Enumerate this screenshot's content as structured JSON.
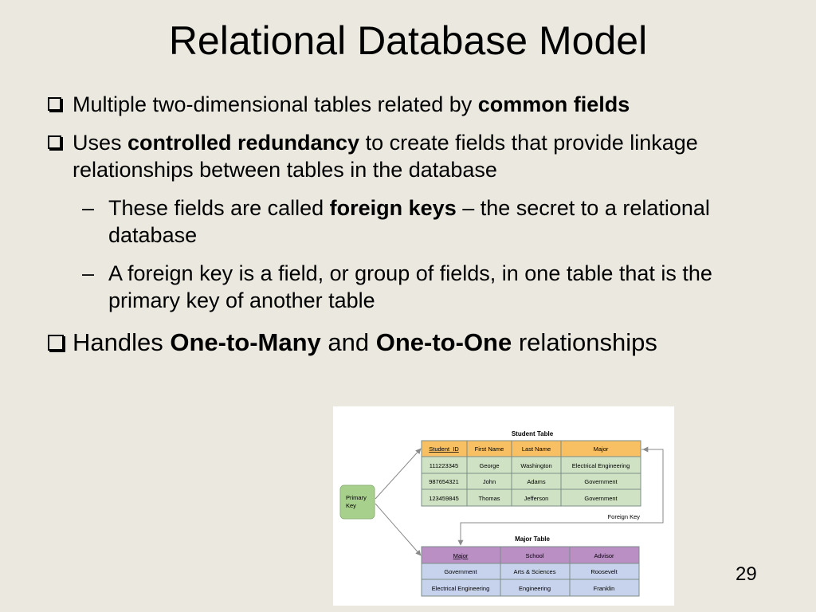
{
  "slide": {
    "title": "Relational Database Model",
    "bullet1": {
      "pre": "Multiple two-dimensional tables related by ",
      "bold": "common fields"
    },
    "bullet2": {
      "pre": "Uses ",
      "bold": "controlled redundancy",
      "post": " to create fields that provide linkage relationships between tables in the database"
    },
    "sub1": {
      "pre": "These fields are called ",
      "bold": "foreign keys",
      "post": " – the secret to a relational database"
    },
    "sub2": {
      "text": "A foreign key is a field, or group of fields,  in one table that is the primary key of another table"
    },
    "bullet3": {
      "pre": " Handles ",
      "bold1": "One-to-Many",
      "mid": " and ",
      "bold2": "One-to-One",
      "post": " relationships"
    },
    "page_number": "29"
  },
  "diagram": {
    "student_table": {
      "title": "Student Table",
      "headers": [
        "Student_ID",
        "First Name",
        "Last Name",
        "Major"
      ],
      "rows": [
        [
          "111223345",
          "George",
          "Washington",
          "Electrical Engineering"
        ],
        [
          "987654321",
          "John",
          "Adams",
          "Government"
        ],
        [
          "123459845",
          "Thomas",
          "Jefferson",
          "Government"
        ]
      ]
    },
    "major_table": {
      "title": "Major Table",
      "headers": [
        "Major",
        "School",
        "Advisor"
      ],
      "rows": [
        [
          "Government",
          "Arts & Sciences",
          "Roosevelt"
        ],
        [
          "Electrical Engineering",
          "Engineering",
          "Franklin"
        ]
      ]
    },
    "primary_key_label_line1": "Primary",
    "primary_key_label_line2": "Key",
    "foreign_key_label": "Foreign Key",
    "colors": {
      "student_header": "#f8c062",
      "student_row": "#cfe3c4",
      "major_header": "#b98fc4",
      "major_row": "#c7d3ec",
      "primary_key_box": "#a7d08c",
      "arrow": "#8a8a8a"
    }
  }
}
